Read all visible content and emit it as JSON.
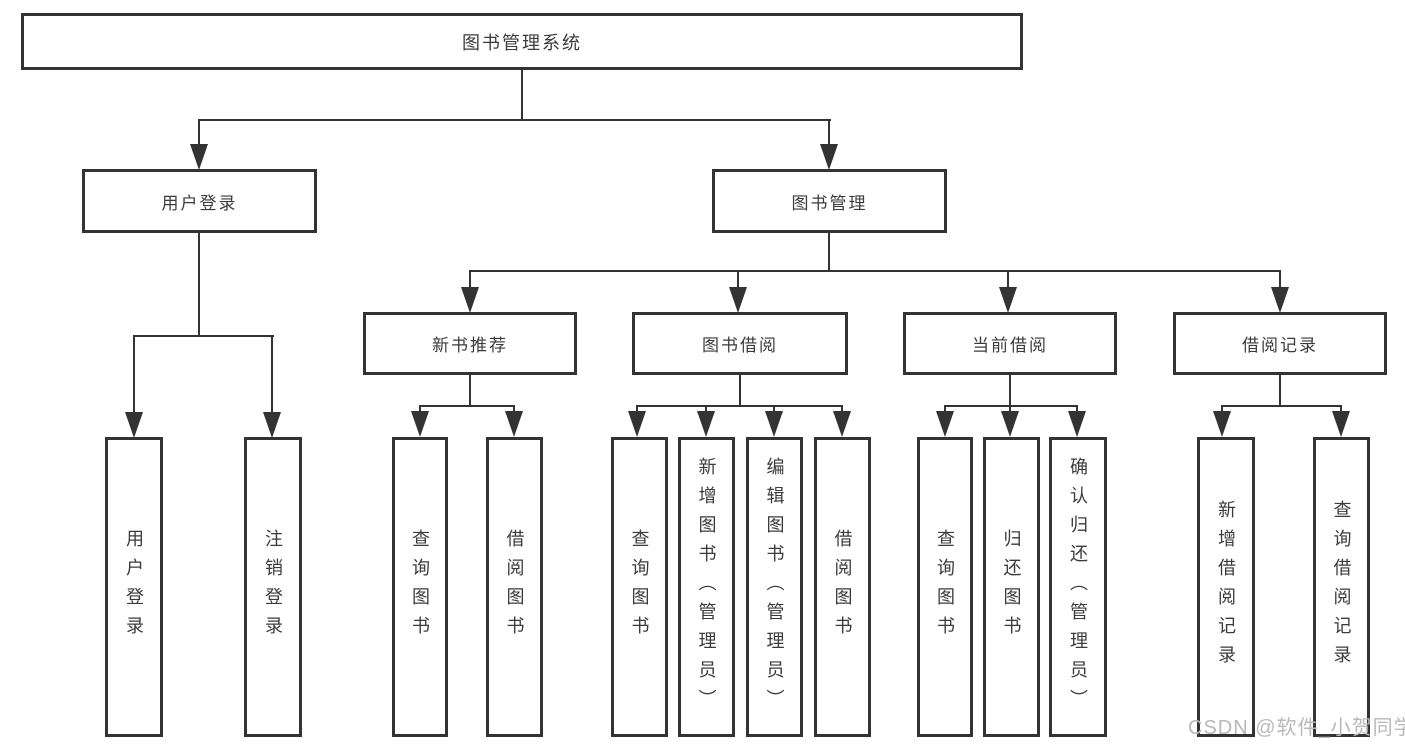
{
  "diagram": {
    "root": {
      "label": "图书管理系统"
    },
    "level2": {
      "user_login": {
        "label": "用户登录"
      },
      "book_management": {
        "label": "图书管理"
      }
    },
    "level3": {
      "new_book_recommend": {
        "label": "新书推荐"
      },
      "book_borrowing": {
        "label": "图书借阅"
      },
      "current_borrowing": {
        "label": "当前借阅"
      },
      "borrowing_records": {
        "label": "借阅记录"
      }
    },
    "leaves": {
      "login": [
        {
          "label": "用户登录"
        },
        {
          "label": "注销登录"
        }
      ],
      "recommend": [
        {
          "label": "查询图书"
        },
        {
          "label": "借阅图书"
        }
      ],
      "borrow": [
        {
          "label": "查询图书"
        },
        {
          "label": "新增图书（管理员）"
        },
        {
          "label": "编辑图书（管理员）"
        },
        {
          "label": "借阅图书"
        }
      ],
      "current": [
        {
          "label": "查询图书"
        },
        {
          "label": "归还图书"
        },
        {
          "label": "确认归还（管理员）"
        }
      ],
      "records": [
        {
          "label": "新增借阅记录"
        },
        {
          "label": "查询借阅记录"
        }
      ]
    }
  },
  "watermark": {
    "text": "CSDN @软件_小贺同学"
  },
  "colors": {
    "line": "#333333",
    "text": "#3b3b3b",
    "watermark": "#b9b9b9",
    "background": "#ffffff"
  }
}
